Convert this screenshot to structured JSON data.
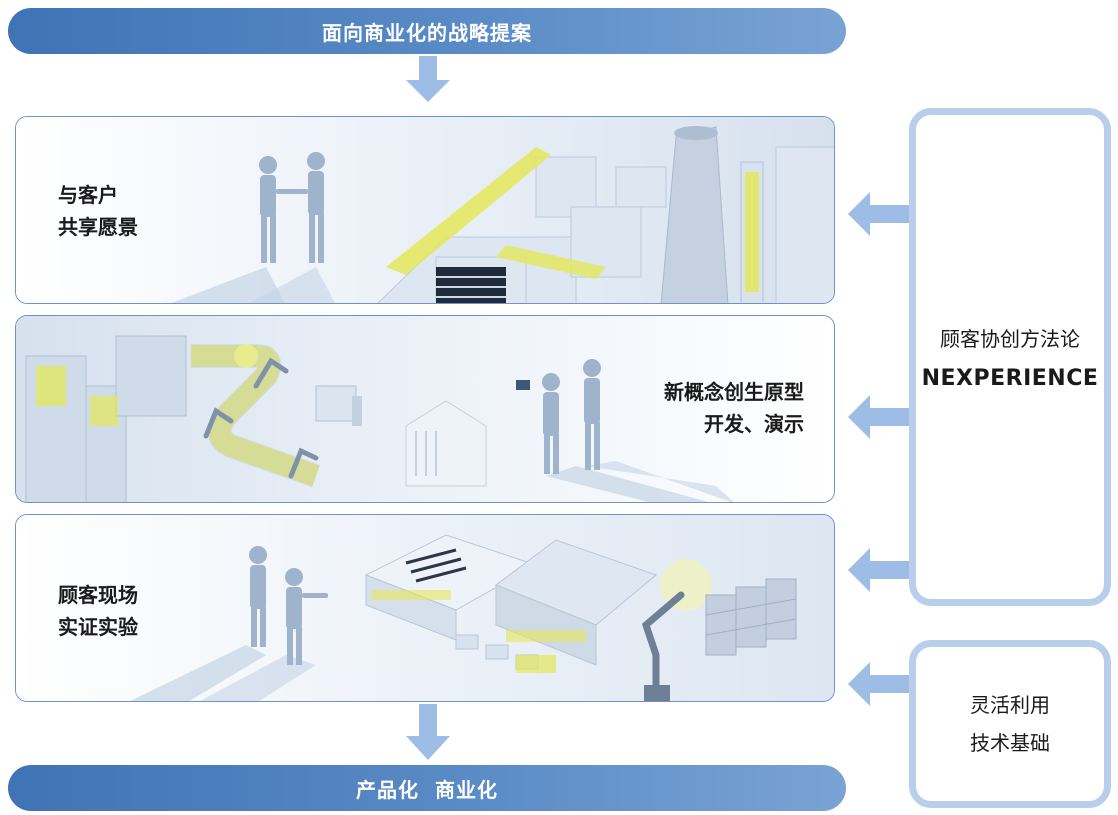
{
  "top_banner": {
    "label": "面向商业化的战略提案"
  },
  "stages": [
    {
      "label": "与客户\n共享愿景"
    },
    {
      "label": "新概念创生原型\n开发、演示"
    },
    {
      "label": "顾客现场\n实证实验"
    }
  ],
  "bottom_banner": {
    "label": "产品化  商业化"
  },
  "methodology": {
    "title": "顾客协创方法论",
    "name": "NEXPERIENCE"
  },
  "tech_base": {
    "line1": "灵活利用",
    "line2": "技术基础"
  },
  "colors": {
    "banner": "#4a7fbf",
    "arrow": "#9dbde6",
    "border": "#6f93c9",
    "highlight": "#e4e85a"
  }
}
